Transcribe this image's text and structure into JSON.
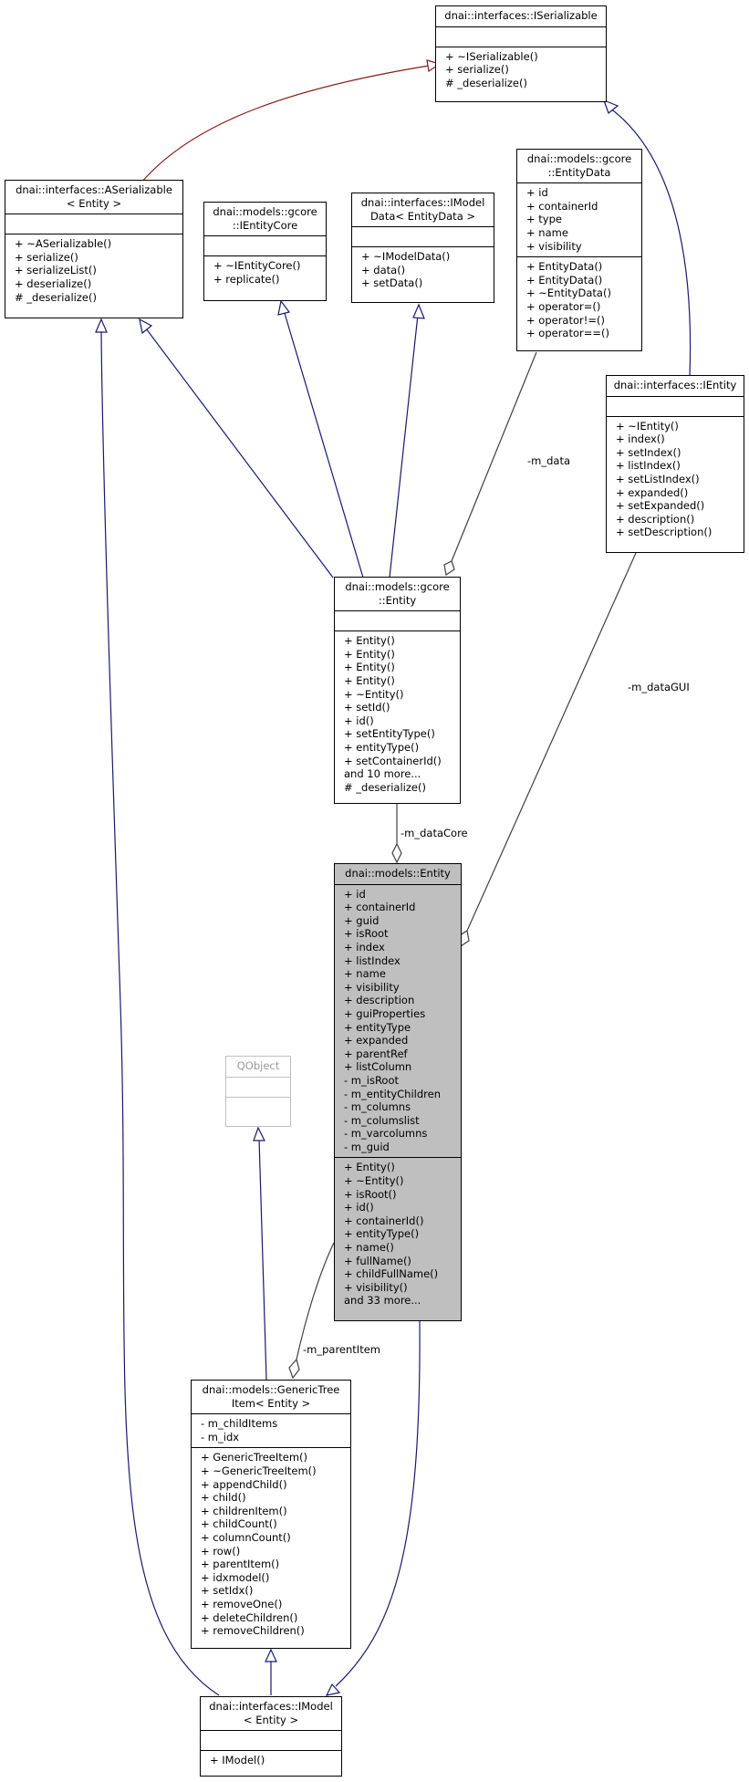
{
  "colors": {
    "inheritance_edge": "#191970",
    "serializable_edge": "#8b1a1a",
    "usage_edge": "#404040",
    "focus_fill": "#bfbfbf",
    "external_border": "#bfbfbf"
  },
  "classes": {
    "iserializable": {
      "title": [
        "dnai::interfaces::ISerializable"
      ],
      "attrs": [],
      "methods": [
        "+ ~ISerializable()",
        "+ serialize()",
        "# _deserialize()"
      ]
    },
    "aserializable": {
      "title": [
        "dnai::interfaces::ASerializable",
        "< Entity >"
      ],
      "attrs": [],
      "methods": [
        "+ ~ASerializable()",
        "+ serialize()",
        "+ serializeList()",
        "+ deserialize()",
        "# _deserialize()"
      ]
    },
    "ientitycore": {
      "title": [
        "dnai::models::gcore",
        "::IEntityCore"
      ],
      "attrs": [],
      "methods": [
        "+ ~IEntityCore()",
        "+ replicate()"
      ]
    },
    "imodeldata": {
      "title": [
        "dnai::interfaces::IModel",
        "Data< EntityData >"
      ],
      "attrs": [],
      "methods": [
        "+ ~IModelData()",
        "+ data()",
        "+ setData()"
      ]
    },
    "entitydata": {
      "title": [
        "dnai::models::gcore",
        "::EntityData"
      ],
      "attrs": [
        "+ id",
        "+ containerId",
        "+ type",
        "+ name",
        "+ visibility"
      ],
      "methods": [
        "+ EntityData()",
        "+ EntityData()",
        "+ ~EntityData()",
        "+ operator=()",
        "+ operator!=()",
        "+ operator==()"
      ]
    },
    "ientity": {
      "title": [
        "dnai::interfaces::IEntity"
      ],
      "attrs": [],
      "methods": [
        "+ ~IEntity()",
        "+ index()",
        "+ setIndex()",
        "+ listIndex()",
        "+ setListIndex()",
        "+ expanded()",
        "+ setExpanded()",
        "+ description()",
        "+ setDescription()"
      ]
    },
    "gcore_entity": {
      "title": [
        "dnai::models::gcore",
        "::Entity"
      ],
      "attrs": [],
      "methods": [
        "+ Entity()",
        "+ Entity()",
        "+ Entity()",
        "+ Entity()",
        "+ ~Entity()",
        "+ setId()",
        "+ id()",
        "+ setEntityType()",
        "+ entityType()",
        "+ setContainerId()",
        "and 10 more...",
        "# _deserialize()"
      ]
    },
    "models_entity": {
      "title": [
        "dnai::models::Entity"
      ],
      "attrs": [
        "+ id",
        "+ containerId",
        "+ guid",
        "+ isRoot",
        "+ index",
        "+ listIndex",
        "+ name",
        "+ visibility",
        "+ description",
        "+ guiProperties",
        "+ entityType",
        "+ expanded",
        "+ parentRef",
        "+ listColumn",
        "- m_isRoot",
        "- m_entityChildren",
        "- m_columns",
        "- m_columslist",
        "- m_varcolumns",
        "- m_guid"
      ],
      "methods": [
        "+ Entity()",
        "+ ~Entity()",
        "+ isRoot()",
        "+ id()",
        "+ containerId()",
        "+ entityType()",
        "+ name()",
        "+ fullName()",
        "+ childFullName()",
        "+ visibility()",
        "and 33 more..."
      ]
    },
    "qobject": {
      "title": [
        "QObject"
      ],
      "attrs": [],
      "methods": []
    },
    "generictreeitem": {
      "title": [
        "dnai::models::GenericTree",
        "Item< Entity >"
      ],
      "attrs": [
        "- m_childItems",
        "- m_idx"
      ],
      "methods": [
        "+ GenericTreeItem()",
        "+ ~GenericTreeItem()",
        "+ appendChild()",
        "+ child()",
        "+ childrenItem()",
        "+ childCount()",
        "+ columnCount()",
        "+ row()",
        "+ parentItem()",
        "+ idxmodel()",
        "+ setIdx()",
        "+ removeOne()",
        "+ deleteChildren()",
        "+ removeChildren()"
      ]
    },
    "imodel": {
      "title": [
        "dnai::interfaces::IModel",
        "< Entity >"
      ],
      "attrs": [],
      "methods": [
        "+ IModel()"
      ]
    }
  },
  "edge_labels": {
    "m_data": "-m_data",
    "m_dataGUI": "-m_dataGUI",
    "m_dataCore": "-m_dataCore",
    "m_parentItem": "-m_parentItem"
  }
}
